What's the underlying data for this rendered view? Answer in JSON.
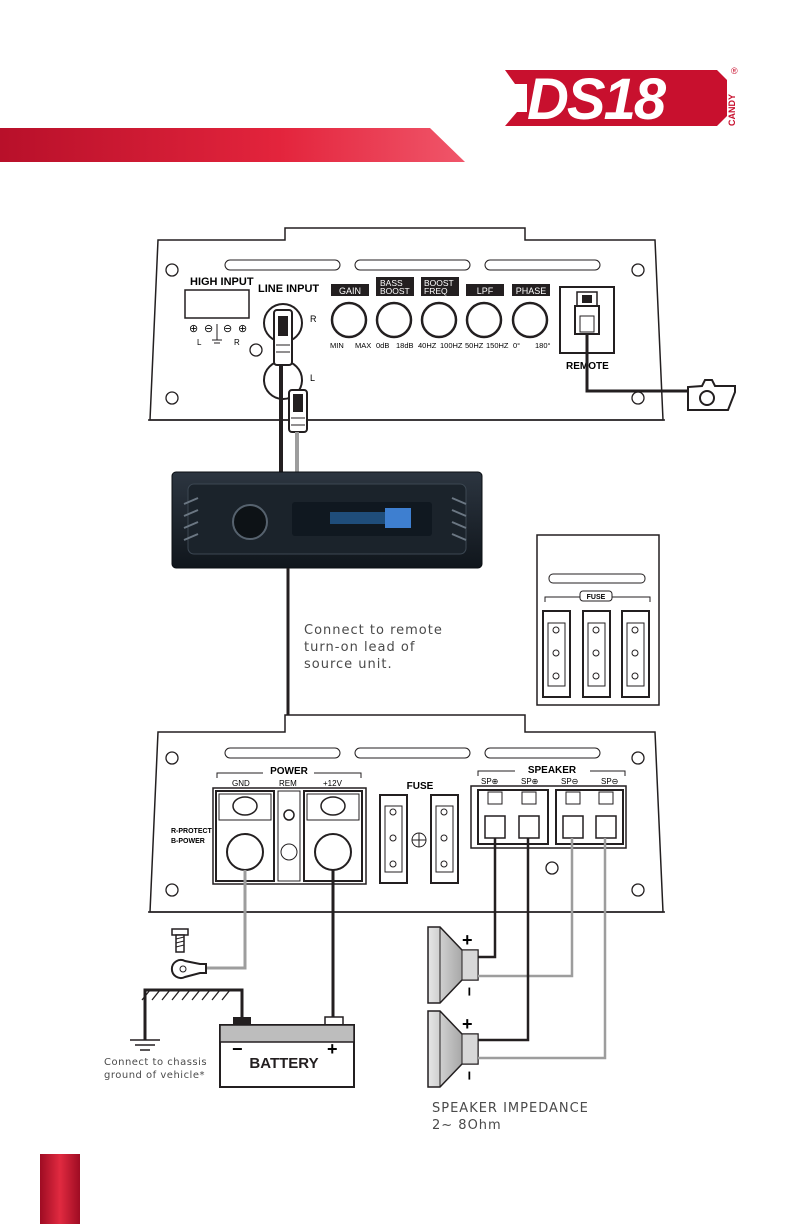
{
  "brand": {
    "logo_text": "DS18",
    "sub_text": "CANDY",
    "registered": "®",
    "color_primary": "#c8102e",
    "color_dark": "#8e0a1e"
  },
  "amp_top": {
    "high_input": "HIGH INPUT",
    "line_input": "LINE INPUT",
    "high_terminals": [
      "⊕",
      "⊖",
      "⊖",
      "⊕"
    ],
    "high_l": "L",
    "high_r": "R",
    "rca_r": "R",
    "rca_l": "L",
    "knobs": [
      {
        "label": "GAIN",
        "min": "MIN",
        "max": "MAX"
      },
      {
        "label": "BASS\nBOOST",
        "min": "0dB",
        "max": "18dB"
      },
      {
        "label": "BOOST\nFREQ",
        "min": "40HZ",
        "max": "100HZ"
      },
      {
        "label": "LPF",
        "min": "50HZ",
        "max": "150HZ"
      },
      {
        "label": "PHASE",
        "min": "0°",
        "max": "180°"
      }
    ],
    "remote": "REMOTE"
  },
  "fuse_panel": {
    "label": "FUSE"
  },
  "amp_bottom": {
    "power": "POWER",
    "gnd": "GND",
    "rem": "REM",
    "v12": "+12V",
    "fuse": "FUSE",
    "speaker": "SPEAKER",
    "sp_terminals": [
      "SP⊕",
      "SP⊕",
      "SP⊖",
      "SP⊖"
    ],
    "r_protect": "R-PROTECT",
    "b_power": "B-POWER"
  },
  "notes": {
    "remote_note": "Connect to remote\nturn-on lead of\nsource unit.",
    "chassis_note": "Connect to chassis\nground of vehicle*",
    "battery": "BATTERY",
    "battery_minus": "−",
    "battery_plus": "+",
    "impedance_title": "SPEAKER IMPEDANCE",
    "impedance_value": "2~ 8Ohm",
    "spk_plus": "+",
    "spk_minus": "−"
  }
}
